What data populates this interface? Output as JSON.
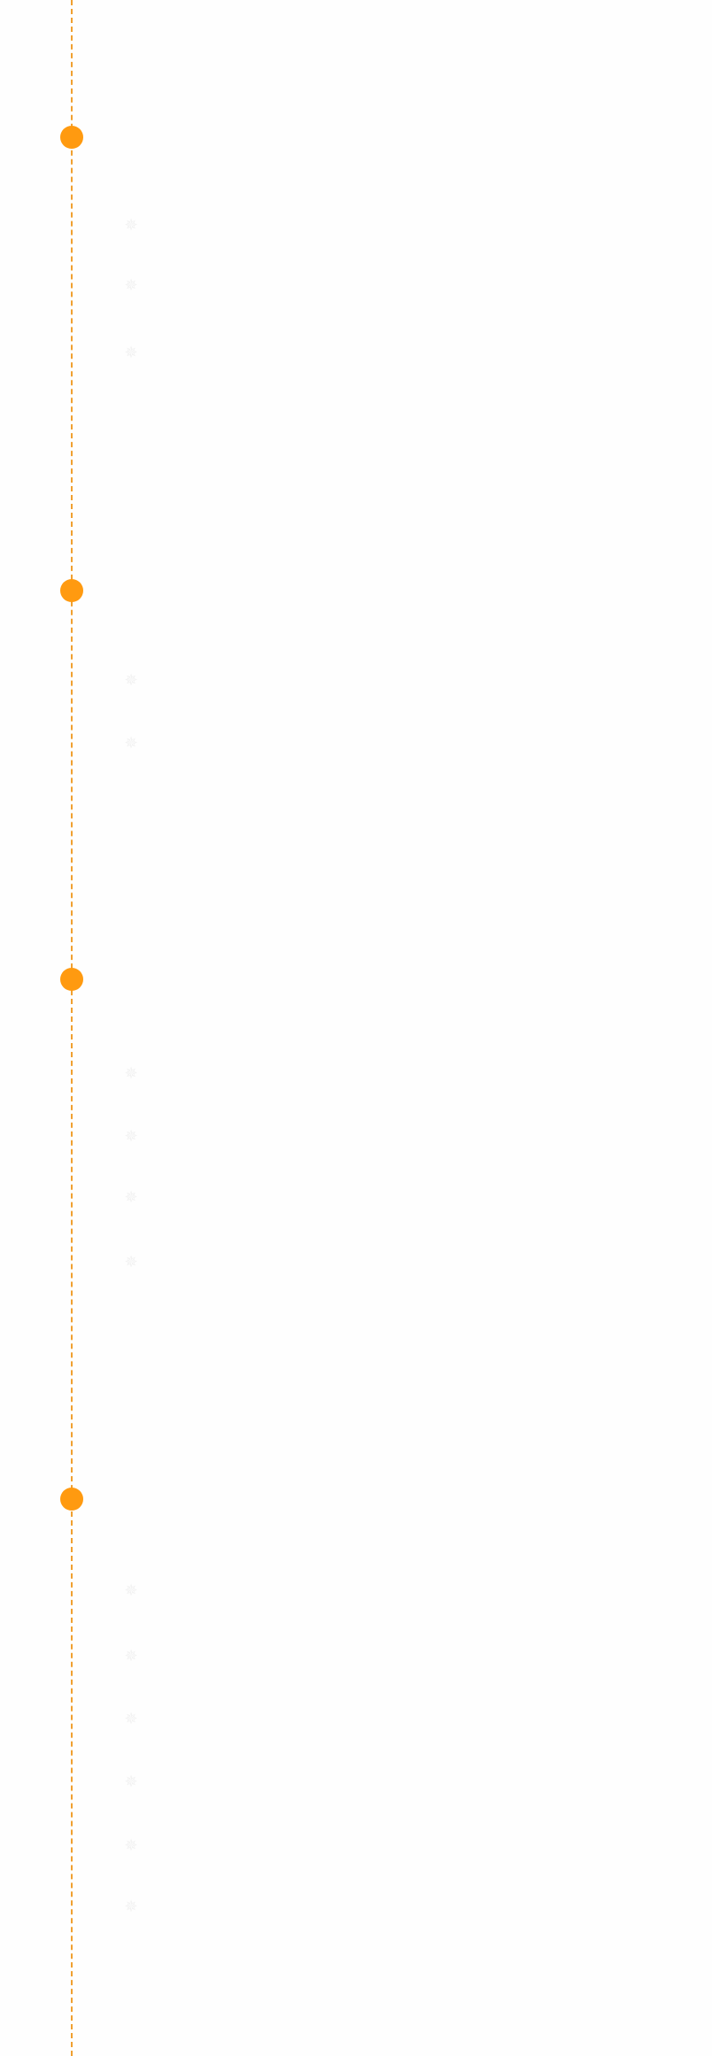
{
  "colors": {
    "accent": "#ff9a10",
    "line": "#f0a030",
    "icon": "#f2f2f2",
    "background": "#fefefe"
  },
  "timeline": {
    "sections": [
      {
        "marker": "dot",
        "items": [
          {
            "icon": "sparkle-icon"
          },
          {
            "icon": "sparkle-icon"
          },
          {
            "icon": "sparkle-icon"
          }
        ]
      },
      {
        "marker": "dot",
        "items": [
          {
            "icon": "sparkle-icon"
          },
          {
            "icon": "sparkle-icon"
          }
        ]
      },
      {
        "marker": "dot",
        "items": [
          {
            "icon": "sparkle-icon"
          },
          {
            "icon": "sparkle-icon"
          },
          {
            "icon": "sparkle-icon"
          },
          {
            "icon": "sparkle-icon"
          }
        ]
      },
      {
        "marker": "dot",
        "items": [
          {
            "icon": "sparkle-icon"
          },
          {
            "icon": "sparkle-icon"
          },
          {
            "icon": "sparkle-icon"
          },
          {
            "icon": "sparkle-icon"
          },
          {
            "icon": "sparkle-icon"
          },
          {
            "icon": "sparkle-icon"
          }
        ]
      }
    ]
  }
}
